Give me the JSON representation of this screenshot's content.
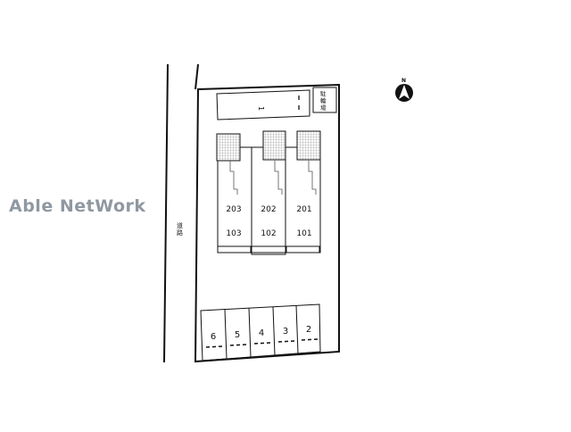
{
  "watermark": "Able NetWork",
  "road_label": [
    "道",
    "路"
  ],
  "bike_parking_label": [
    "駐",
    "輪",
    "場"
  ],
  "top_slot_label": "1",
  "compass_label": "N",
  "units_upper": [
    "203",
    "202",
    "201"
  ],
  "units_lower": [
    "103",
    "102",
    "101"
  ],
  "parking_numbers": [
    "6",
    "5",
    "4",
    "3",
    "2"
  ],
  "colors": {
    "line": "#111111",
    "hatch": "#888888",
    "watermark": "#8f98a1"
  }
}
